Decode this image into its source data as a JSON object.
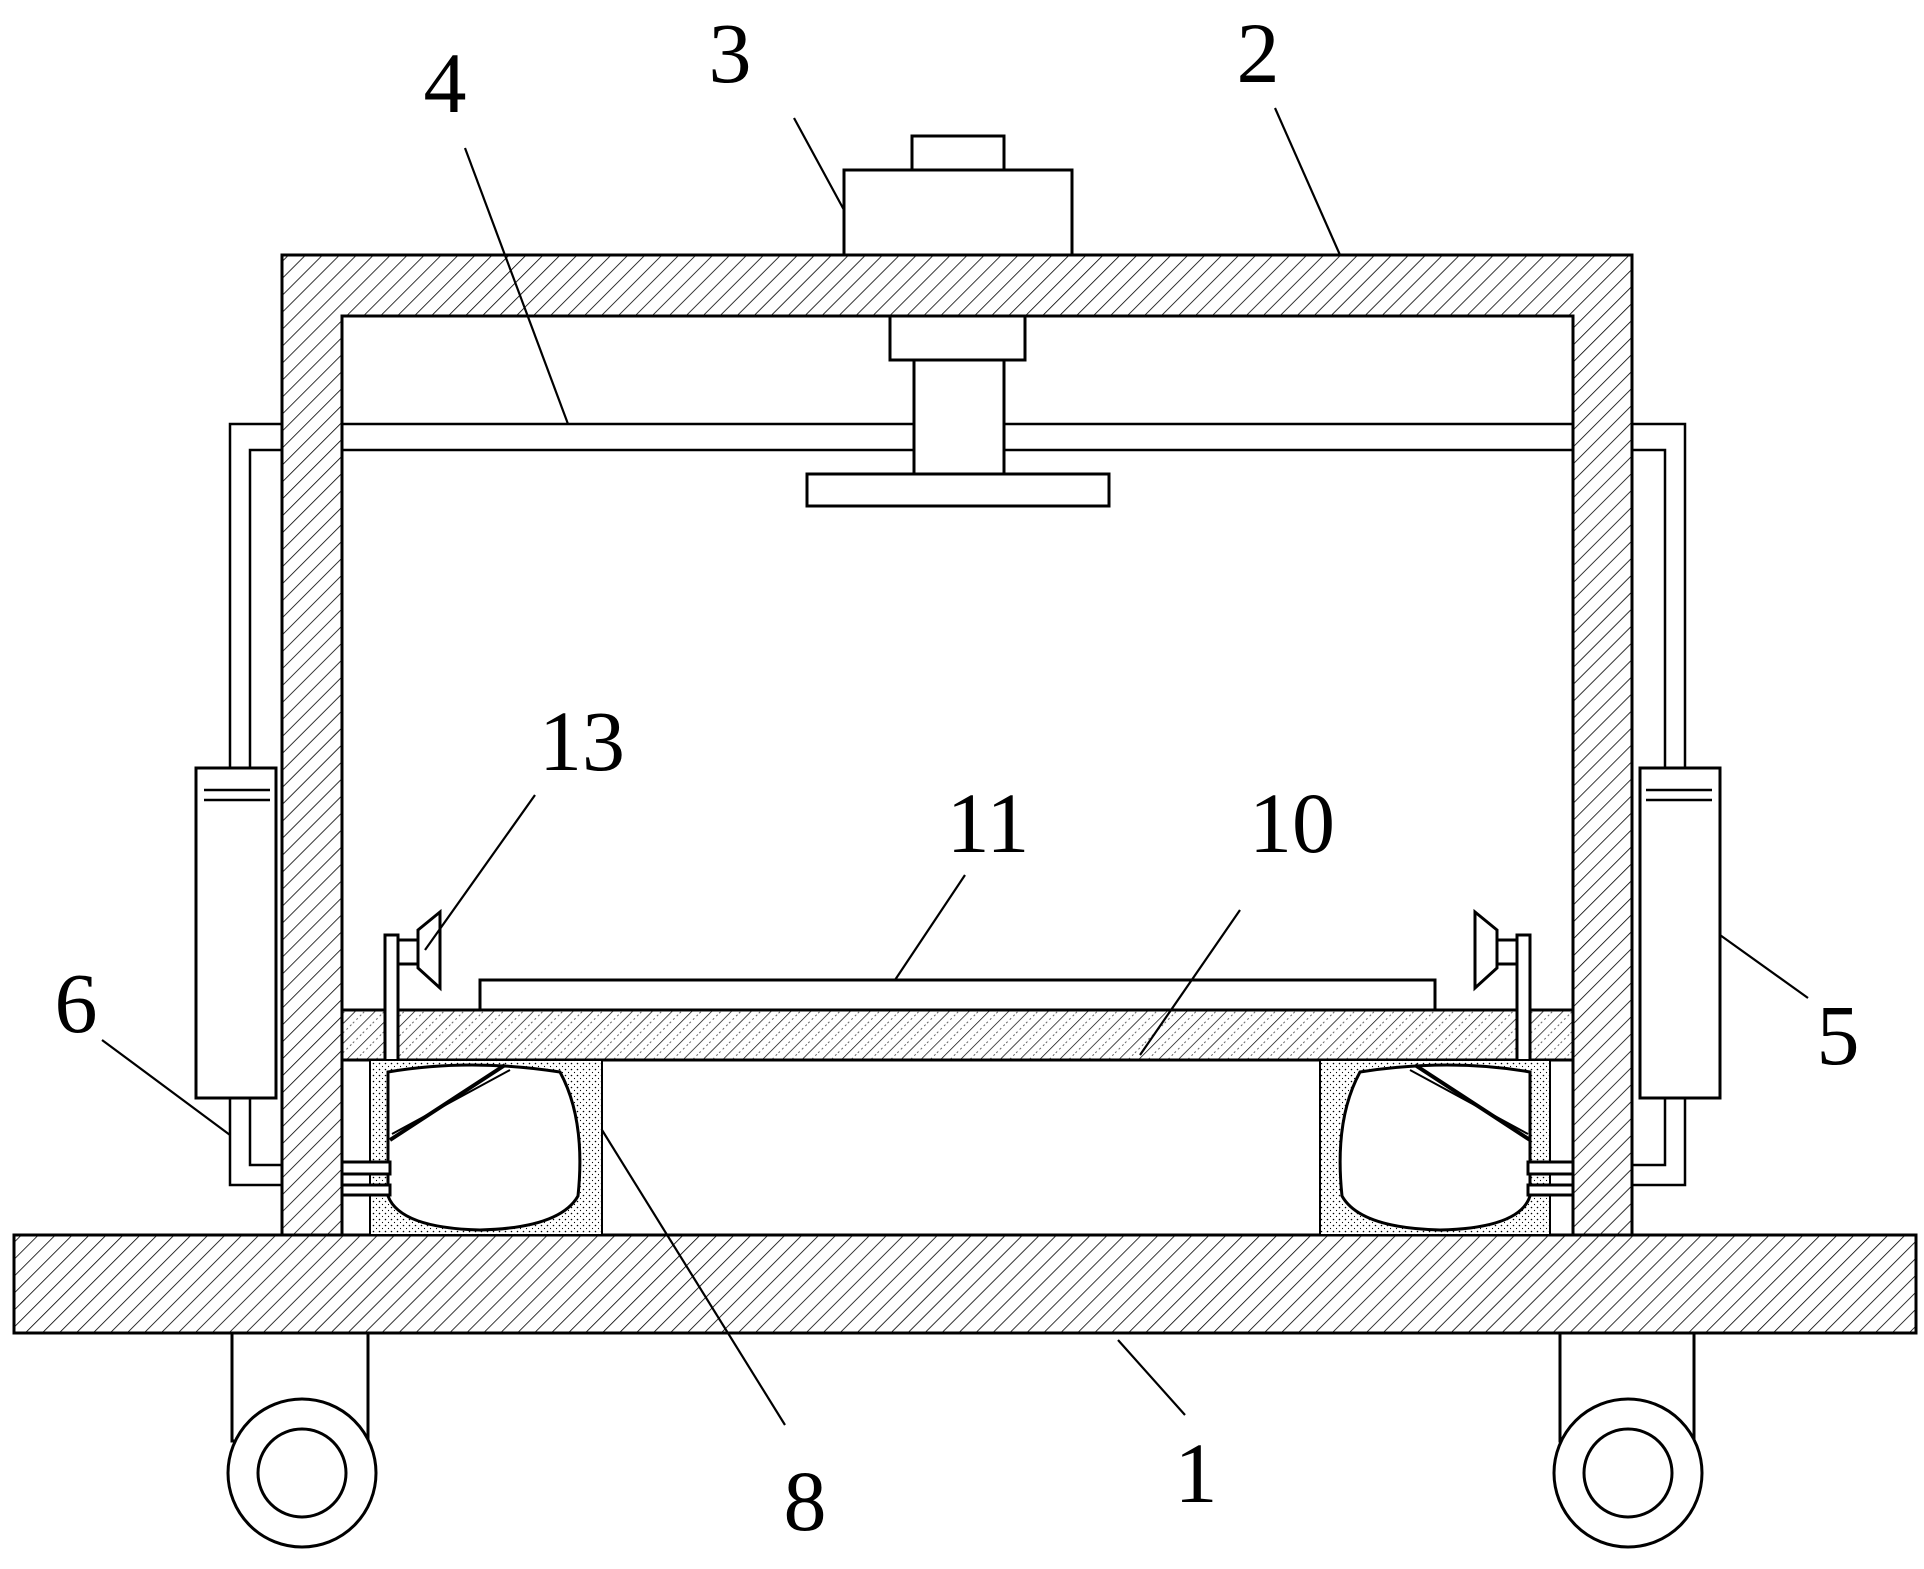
{
  "callouts": [
    {
      "id": "1",
      "label": "1"
    },
    {
      "id": "2",
      "label": "2"
    },
    {
      "id": "3",
      "label": "3"
    },
    {
      "id": "4",
      "label": "4"
    },
    {
      "id": "5",
      "label": "5"
    },
    {
      "id": "6",
      "label": "6"
    },
    {
      "id": "8",
      "label": "8"
    },
    {
      "id": "10",
      "label": "10"
    },
    {
      "id": "11",
      "label": "11"
    },
    {
      "id": "13",
      "label": "13"
    }
  ],
  "colors": {
    "line": "#000000",
    "background": "#ffffff"
  }
}
